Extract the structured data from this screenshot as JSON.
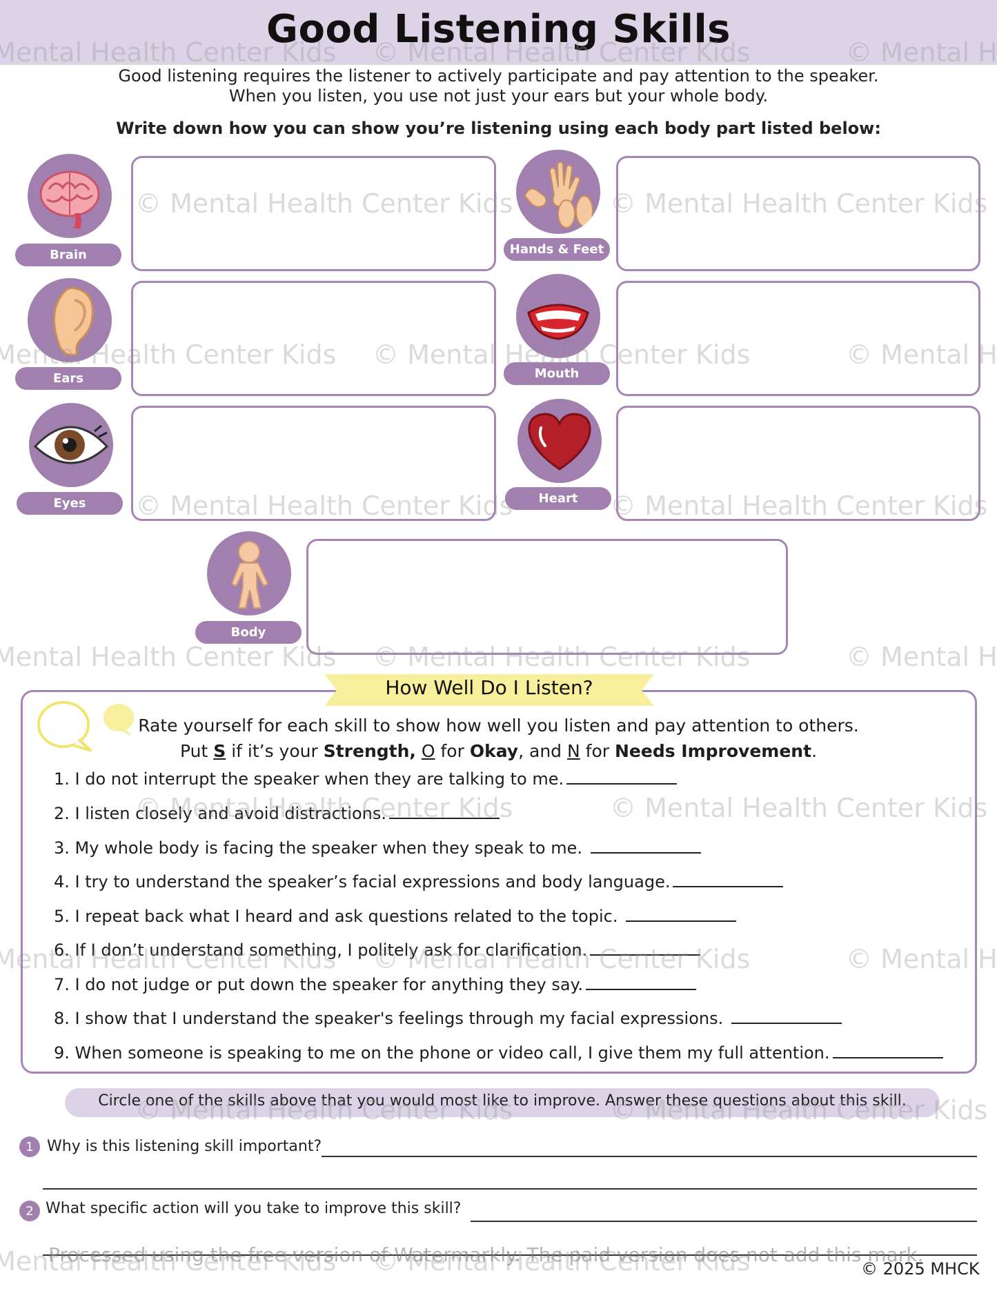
{
  "title": "Good Listening Skills",
  "intro": {
    "line1": "Good listening requires the listener to actively participate and pay attention to the speaker.",
    "line2": "When you listen, you use not just your ears but your whole body."
  },
  "instruction": "Write down how you can show you’re listening using each body part listed below:",
  "body_parts": {
    "brain": "Brain",
    "hands_feet": "Hands & Feet",
    "ears": "Ears",
    "mouth": "Mouth",
    "eyes": "Eyes",
    "heart": "Heart",
    "body": "Body"
  },
  "rating": {
    "heading": "How Well Do I Listen?",
    "rate_line1": "Rate yourself for each skill to show how well you listen and pay attention to others.",
    "put": "Put",
    "s": "S",
    "if_its_your": "if it’s your",
    "strength": "Strength,",
    "o": "O",
    "for1": "for",
    "okay": "Okay",
    "and_text": ", and",
    "n": "N",
    "for2": "for",
    "needs_improvement": "Needs Improvement",
    "period": ".",
    "skills": [
      "1.  I do not interrupt the speaker when they are talking to me.",
      "2. I listen closely and avoid distractions.",
      "3. My whole body is facing the speaker when they speak to me. ",
      "4. I try to understand the speaker’s facial expressions and body language.",
      "5. I repeat back what I heard and ask questions related to the topic. ",
      "6. If I don’t understand something, I politely ask for clarification.",
      "7. I do not judge or put down the speaker for anything they say.",
      "8. I show that I understand the speaker's feelings through my facial expressions. ",
      "9. When someone is speaking to me on the phone or video call, I give them my full attention."
    ]
  },
  "improve": {
    "instruction": "Circle one of the skills above that you would most like to improve. Answer these questions about this skill.",
    "questions": [
      {
        "num": "1",
        "text": "Why is this listening skill important?"
      },
      {
        "num": "2",
        "text": "What specific action will you take to improve this skill?"
      }
    ]
  },
  "watermark": "© Mental Health Center Kids",
  "watermark_note": "Processed using the free version of Watermarkly. The paid version does not add this mark.",
  "copyright": "© 2025 MHCK",
  "colors": {
    "accent_purple": "#a180b0",
    "band_lavender": "#ddd3e6",
    "banner_yellow": "#f7ef9c",
    "heart_red": "#b5202a"
  }
}
